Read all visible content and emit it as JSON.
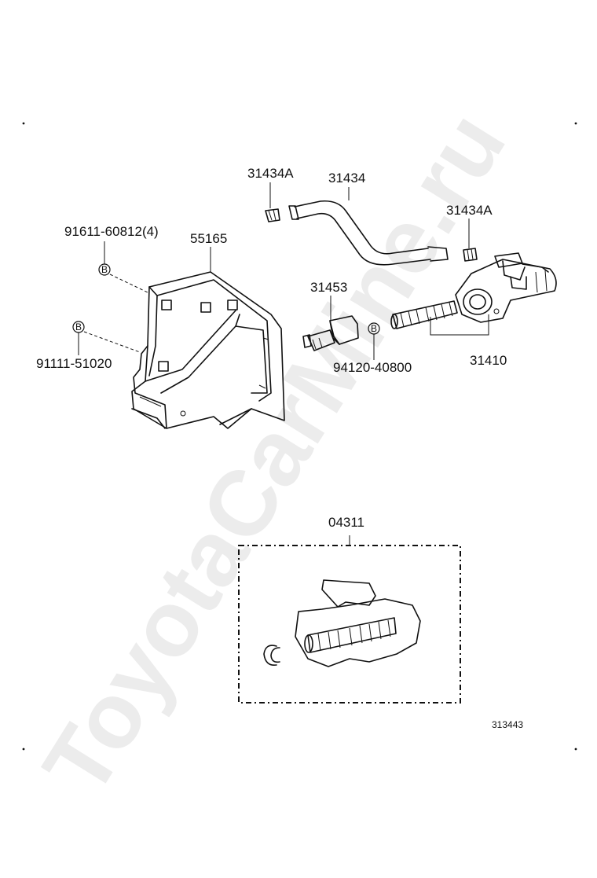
{
  "watermark": "ToyotaCarMine.ru",
  "labels": {
    "p31434A_top": "31434A",
    "p31434": "31434",
    "p31434A_right": "31434A",
    "p91611": "91611-60812(4)",
    "p55165": "55165",
    "p31453": "31453",
    "p91111": "91111-51020",
    "p94120": "94120-40800",
    "p31410": "31410",
    "p04311": "04311"
  },
  "bolt_marker": "B",
  "diagram_id": "313443"
}
